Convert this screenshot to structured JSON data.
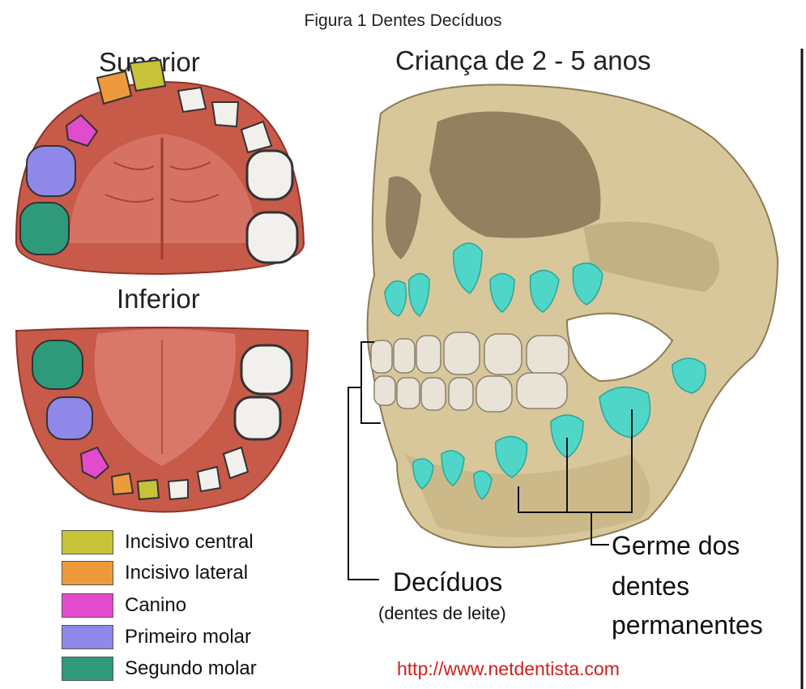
{
  "caption": "Figura 1 Dentes Decíduos",
  "left_panel": {
    "upper_title": "Superior",
    "lower_title": "Inferior"
  },
  "right_panel": {
    "title": "Criança de 2 - 5 anos",
    "label_deciduos": "Decíduos",
    "label_deciduos_sub": "(dentes de leite)",
    "label_germe_line1": "Germe dos",
    "label_germe_line2": "dentes",
    "label_germe_line3": "permanentes"
  },
  "legend": [
    {
      "label": "Incisivo central",
      "color": "#c8c238"
    },
    {
      "label": "Incisivo lateral",
      "color": "#ee9a3c"
    },
    {
      "label": "Canino",
      "color": "#e24ccc"
    },
    {
      "label": "Primeiro molar",
      "color": "#8f88e8"
    },
    {
      "label": "Segundo molar",
      "color": "#2e9a7a"
    }
  ],
  "colors": {
    "palate": "#c85a4a",
    "gum": "#d9786a",
    "bone": "#d8c79a",
    "germ": "#4fd6c8",
    "milk_tooth": "#e9e2d6"
  },
  "source_url": "http://www.netdentista.com"
}
